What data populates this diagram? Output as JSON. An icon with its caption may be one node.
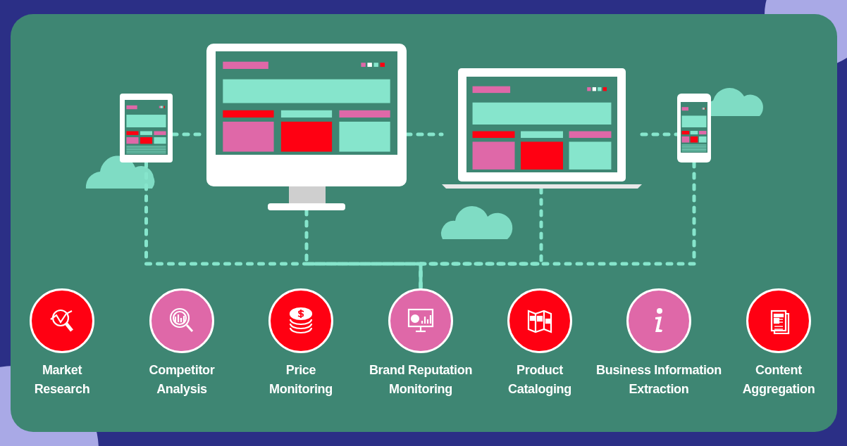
{
  "diagram": {
    "nodes": [
      {
        "text": [],
        "shape": "picture"
      },
      {
        "text": [],
        "shape": "picture"
      },
      {
        "text": [],
        "shape": "picture"
      },
      {
        "text": [],
        "shape": "picture"
      },
      {
        "text": [
          "Market Research"
        ]
      },
      {
        "text": [
          "Competitor Analysis"
        ]
      },
      {
        "text": [
          "Price Monitoring"
        ]
      },
      {
        "text": [
          "Brand Reputation Monitoring"
        ]
      },
      {
        "text": [
          "Product Cataloging"
        ]
      },
      {
        "text": [
          "Business Information Extraction"
        ]
      },
      {
        "text": [
          "Content Aggregation"
        ]
      }
    ],
    "edges": [
      {
        "from": 0,
        "to": 1,
        "arrow": "none",
        "style": "dashed"
      },
      {
        "from": 1,
        "to": 2,
        "arrow": "none",
        "style": "dashed"
      },
      {
        "from": 2,
        "to": 3,
        "arrow": "none",
        "style": "dashed"
      },
      {
        "from": 0,
        "to": 7,
        "arrow": "none",
        "style": "dashed"
      },
      {
        "from": 1,
        "to": 7,
        "arrow": "none",
        "style": "dashed"
      },
      {
        "from": 2,
        "to": 7,
        "arrow": "none",
        "style": "dashed"
      },
      {
        "from": 3,
        "to": 7,
        "arrow": "none",
        "style": "dashed"
      }
    ]
  }
}
